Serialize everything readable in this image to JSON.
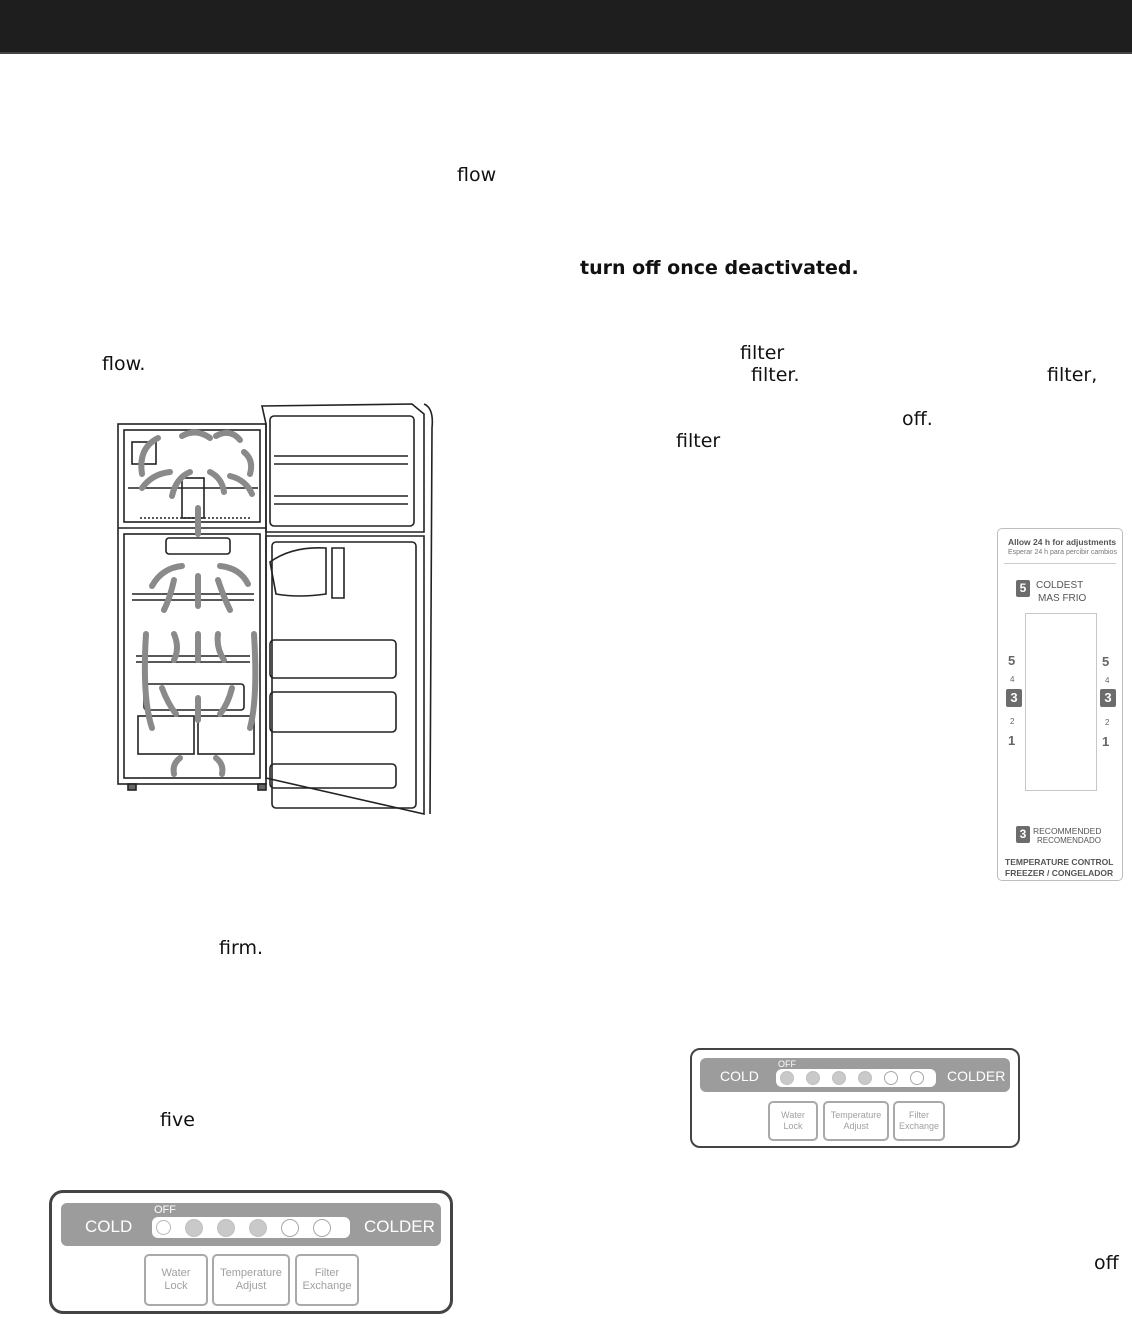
{
  "fragments": {
    "flow1": "flow",
    "turn_off": "turn off once deactivated.",
    "flow2": "flow.",
    "filter1": "filter",
    "filter2": "filter.",
    "filter3": "filter,",
    "off1": "off.",
    "filter4": "filter",
    "firm": "firm.",
    "five": "five",
    "off2": "off"
  },
  "control_panel": {
    "cold_label": "COLD",
    "colder_label": "COLDER",
    "off_label": "OFF",
    "indicator_states": [
      "filled",
      "filled",
      "filled",
      "filled",
      "empty",
      "empty"
    ],
    "buttons": [
      {
        "line1": "Water",
        "line2": "Lock"
      },
      {
        "line1": "Temperature",
        "line2": "Adjust"
      },
      {
        "line1": "Filter",
        "line2": "Exchange"
      }
    ]
  },
  "temp_card": {
    "allow_en": "Allow 24 h for adjustments",
    "allow_es": "Esperar 24 h para percibir cambios",
    "coldest_num": "5",
    "coldest_en": "COLDEST",
    "coldest_es": "MAS FRIO",
    "scale": [
      "5",
      "4",
      "3",
      "2",
      "1"
    ],
    "recommended_num": "3",
    "recommended_en": "RECOMMENDED",
    "recommended_es": "RECOMENDADO",
    "footer1": "TEMPERATURE CONTROL",
    "footer2": "FREEZER / CONGELADOR"
  }
}
